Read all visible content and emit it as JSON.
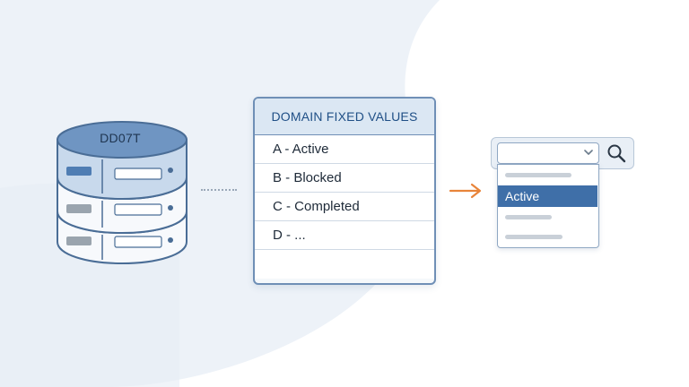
{
  "database": {
    "name": "DD07T",
    "icon": "database-icon"
  },
  "domain_table": {
    "header": "DOMAIN FIXED VALUES",
    "rows": [
      "A - Active",
      "B - Blocked",
      "C - Completed",
      "D - ..."
    ]
  },
  "dropdown": {
    "selected_option": "Active",
    "chevron_icon": "chevron-down-icon",
    "search_icon": "search-icon"
  },
  "colors": {
    "accent": "#3f6fa8",
    "arrow": "#e8843a",
    "background_shape": "#edf2f8"
  }
}
